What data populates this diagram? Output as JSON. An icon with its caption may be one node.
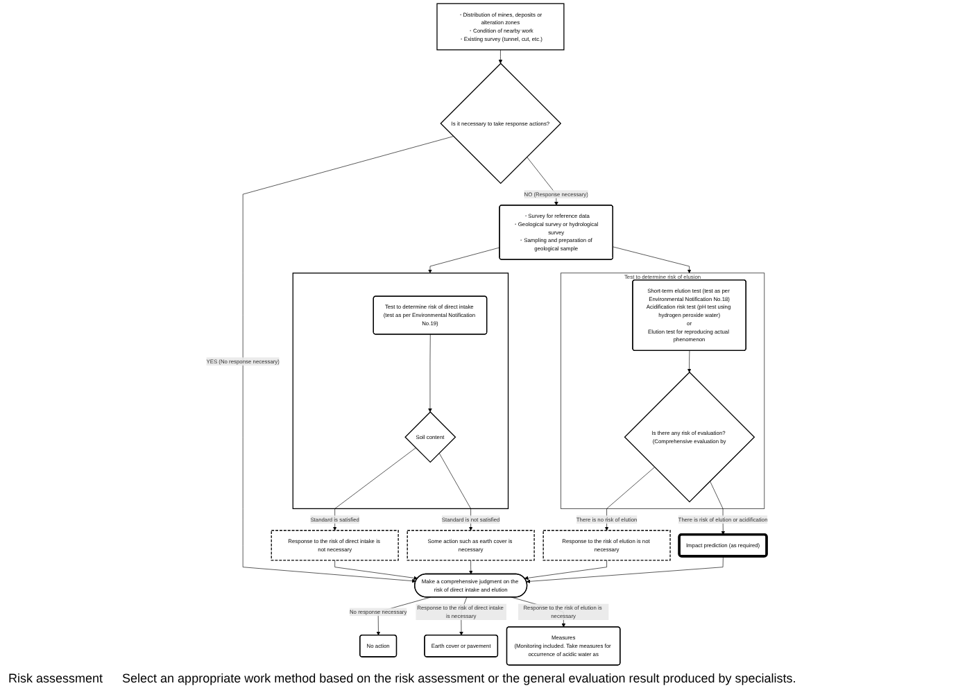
{
  "diagram": {
    "nodes": [
      {
        "text": [
          "・Distribution of mines, deposits or alteration zones",
          "・Condition of nearby work",
          "・Existing survey (tunnel, cut, etc.)"
        ]
      },
      {
        "text": [
          "Is it necessary to take response actions?"
        ]
      },
      {
        "text": [
          "・Survey for reference data",
          "・Geological survey or hydrological survey",
          "・Sampling and preparation of geological sample"
        ]
      },
      {
        "text": [],
        "shape": "box"
      },
      {
        "text": [
          "Test to determine risk of direct intake (test as per Environmental Notification No.19)"
        ],
        "in": 3
      },
      {
        "text": [
          "Soil content"
        ],
        "in": 3
      },
      {
        "text": [
          "Test to determine risk of elusion"
        ]
      },
      {
        "text": [
          "Short-term elution test (test as per Environmental Notification No.18)",
          "Acidification risk test (pH test using hydrogen peroxide water)",
          "or",
          "Elution test for reproducing actual phenomenon"
        ],
        "in": 6
      },
      {
        "text": [
          "Is there any risk of evaluation? (Comprehensive evaluation by"
        ],
        "in": 6
      },
      {
        "text": [
          "Some action such as earth cover is necessary"
        ]
      },
      {
        "text": [
          "Response to the risk of direct intake is not necessary"
        ]
      },
      {
        "text": [
          "Response to the risk of elution is not necessary"
        ]
      },
      {
        "text": [
          "Impact prediction (as required)"
        ]
      },
      {
        "text": [
          "Make a comprehensive judgment on the risk of direct intake and elution"
        ]
      },
      {
        "text": [
          "No action"
        ]
      },
      {
        "text": [
          "Earth cover or pavement"
        ]
      },
      {
        "text": [
          "Measures",
          "(Monitoring included. Take measures for occurrence of acidic water as"
        ]
      }
    ],
    "labels": [
      "Risk assessment",
      "Select an appropriate work method based on the risk assessment or the general evaluation result produced by specialists."
    ],
    "edges": [
      {
        "from": 0,
        "to": 1,
        "arrow": "to"
      },
      {
        "from": 1,
        "to": 2,
        "arrow": "to",
        "label": "NO (Response necessary)"
      },
      {
        "from": 1,
        "to": 13,
        "arrow": "to",
        "label": "YES (No response necessary)"
      },
      {
        "from": 2,
        "to": 3,
        "arrow": "to"
      },
      {
        "from": 2,
        "to": 6,
        "arrow": "to"
      },
      {
        "from": 4,
        "to": 5,
        "arrow": "to"
      },
      {
        "from": 5,
        "to": 9,
        "arrow": "to",
        "label": "Standard is not satisfied"
      },
      {
        "from": 5,
        "to": 10,
        "arrow": "to",
        "label": "Standard is satisfied"
      },
      {
        "from": 7,
        "to": 8,
        "arrow": "to"
      },
      {
        "from": 8,
        "to": 11,
        "arrow": "to",
        "label": "There is no risk of elution"
      },
      {
        "from": 8,
        "to": 12,
        "arrow": "to",
        "label": "There is risk of elution or acidification"
      },
      {
        "from": 10,
        "to": 13,
        "arrow": "to"
      },
      {
        "from": 9,
        "to": 13,
        "arrow": "to"
      },
      {
        "from": 11,
        "to": 13,
        "arrow": "to"
      },
      {
        "from": 12,
        "to": 13,
        "arrow": "to"
      },
      {
        "from": 13,
        "to": 14,
        "arrow": "to",
        "label": "No response necessary"
      },
      {
        "from": 13,
        "to": 15,
        "arrow": "to",
        "label": "Response to the risk of direct intake is necessary"
      },
      {
        "from": 13,
        "to": 16,
        "arrow": "to",
        "label": "Response to the risk of elution is necessary"
      }
    ]
  }
}
